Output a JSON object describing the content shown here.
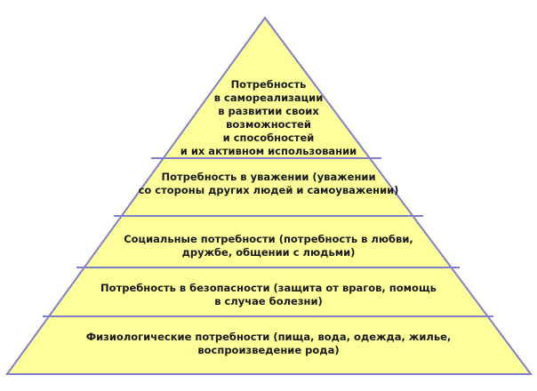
{
  "pyramid": {
    "fill_color": "#ffff99",
    "border_color": "#7f7fcc",
    "levels": [
      {
        "lines": [
          "Потребность",
          "в самореализации",
          "в развитии своих",
          "возможностей",
          "и способностей",
          "и их активном использовании"
        ]
      },
      {
        "lines": [
          "Потребность в уважении (уважении",
          "со стороны других людей и самоуважении)"
        ]
      },
      {
        "lines": [
          "Социальные потребности (потребность в любви,",
          "дружбе, общении с людьми)"
        ]
      },
      {
        "lines": [
          "Потребность в безопасности (защита от врагов, помощь",
          "в случае болезни)"
        ]
      },
      {
        "lines": [
          "Физиологические потребности (пища, вода, одежда, жилье,",
          "воспроизведение рода)"
        ]
      }
    ]
  }
}
